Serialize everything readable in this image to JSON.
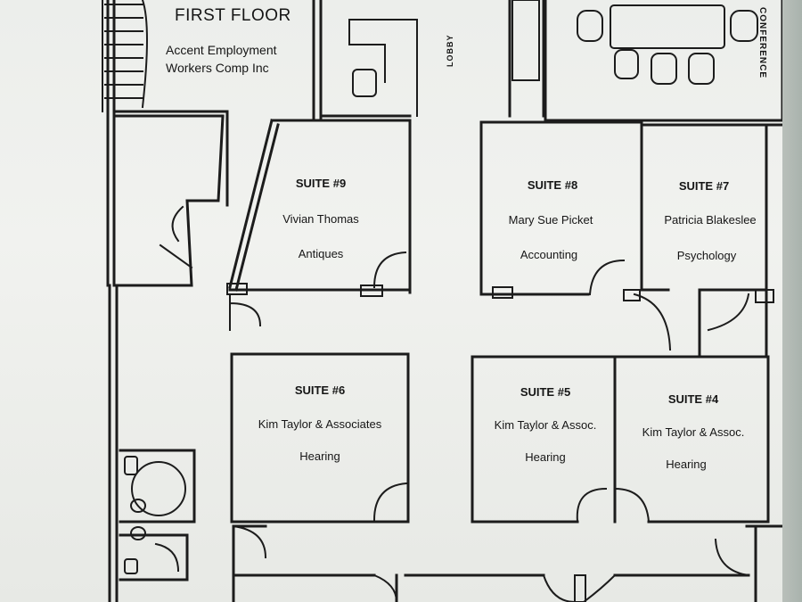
{
  "floor_plan": {
    "title": "FIRST FLOOR",
    "company_line1": "Accent Employment",
    "company_line2": "Workers Comp Inc",
    "lobby_label": "LOBBY",
    "conference_label": "CONFERENCE",
    "suites": [
      {
        "number": "SUITE #9",
        "tenant": "Vivian Thomas",
        "business": "Antiques"
      },
      {
        "number": "SUITE #8",
        "tenant": "Mary Sue Picket",
        "business": "Accounting"
      },
      {
        "number": "SUITE #7",
        "tenant": "Patricia Blakeslee",
        "business": "Psychology"
      },
      {
        "number": "SUITE #6",
        "tenant": "Kim Taylor & Associates",
        "business": "Hearing"
      },
      {
        "number": "SUITE #5",
        "tenant": "Kim Taylor & Assoc.",
        "business": "Hearing"
      },
      {
        "number": "SUITE #4",
        "tenant": "Kim Taylor & Assoc.",
        "business": "Hearing"
      }
    ]
  }
}
